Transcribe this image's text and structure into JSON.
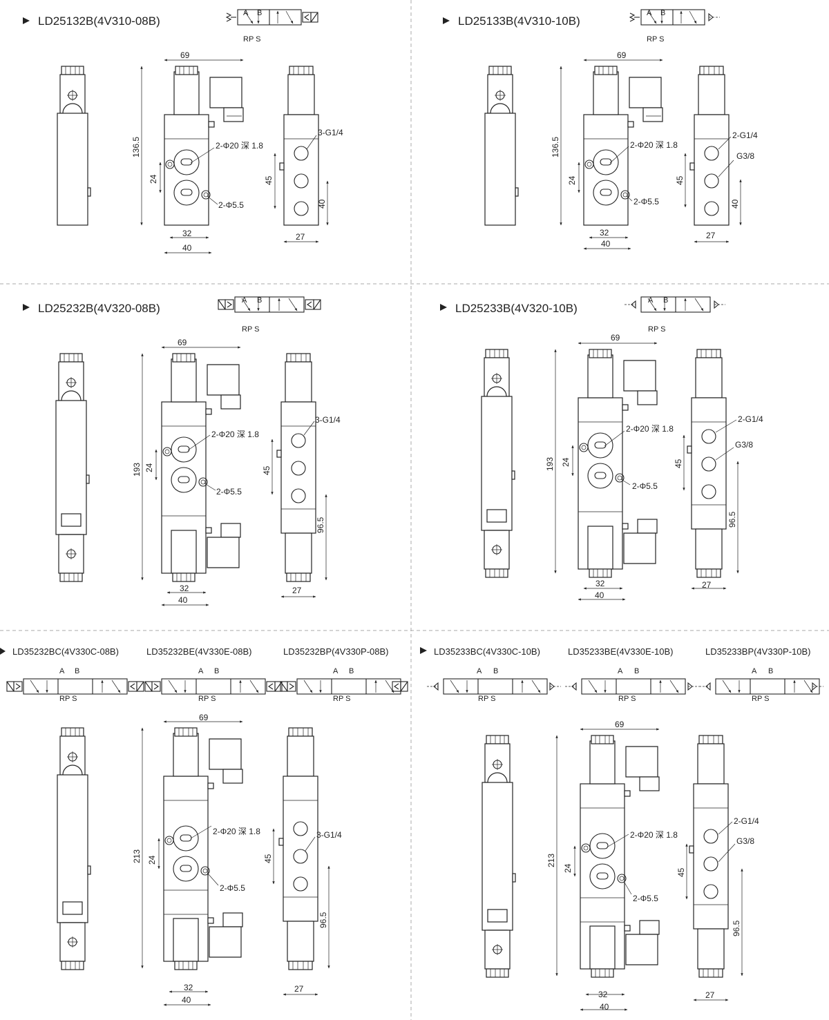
{
  "panels": {
    "p1": {
      "model": "LD25132B(4V310-08B)",
      "port_a": "A",
      "port_b": "B",
      "ports_rps": "RP S",
      "dim_width": "69",
      "dim_height": "136.5",
      "dim_pitch": "24",
      "dim_32": "32",
      "dim_40": "40",
      "note_port": "2-Φ20 深 1.8",
      "note_hole": "2-Φ5.5",
      "side_port": "3-G1/4",
      "dim_45": "45",
      "dim_40b": "40",
      "dim_27": "27"
    },
    "p2": {
      "model": "LD25133B(4V310-10B)",
      "port_a": "A",
      "port_b": "B",
      "ports_rps": "RP S",
      "dim_width": "69",
      "dim_height": "136.5",
      "dim_pitch": "24",
      "dim_32": "32",
      "dim_40": "40",
      "note_port": "2-Φ20 深 1.8",
      "note_hole": "2-Φ5.5",
      "side_port": "2-G1/4",
      "side_port2": "G3/8",
      "dim_45": "45",
      "dim_40b": "40",
      "dim_27": "27"
    },
    "p3": {
      "model": "LD25232B(4V320-08B)",
      "port_a": "A",
      "port_b": "B",
      "ports_rps": "RP S",
      "dim_width": "69",
      "dim_height": "193",
      "dim_pitch": "24",
      "dim_32": "32",
      "dim_40": "40",
      "note_port": "2-Φ20 深 1.8",
      "note_hole": "2-Φ5.5",
      "side_port": "3-G1/4",
      "dim_45": "45",
      "dim_965": "96.5",
      "dim_27": "27"
    },
    "p4": {
      "model": "LD25233B(4V320-10B)",
      "port_a": "A",
      "port_b": "B",
      "ports_rps": "RP S",
      "dim_width": "69",
      "dim_height": "193",
      "dim_pitch": "24",
      "dim_32": "32",
      "dim_40": "40",
      "note_port": "2-Φ20 深 1.8",
      "note_hole": "2-Φ5.5",
      "side_port": "2-G1/4",
      "side_port2": "G3/8",
      "dim_45": "45",
      "dim_965": "96.5",
      "dim_27": "27"
    },
    "p5": {
      "models": [
        "LD35232BC(4V330C-08B)",
        "LD35232BE(4V330E-08B)",
        "LD35232BP(4V330P-08B)"
      ],
      "port_a": "A",
      "port_b": "B",
      "ports_rps": "RP S",
      "dim_width": "69",
      "dim_height": "213",
      "dim_pitch": "24",
      "dim_32": "32",
      "dim_40": "40",
      "note_port": "2-Φ20 深 1.8",
      "note_hole": "2-Φ5.5",
      "side_port": "3-G1/4",
      "dim_45": "45",
      "dim_965": "96.5",
      "dim_27": "27"
    },
    "p6": {
      "models": [
        "LD35233BC(4V330C-10B)",
        "LD35233BE(4V330E-10B)",
        "LD35233BP(4V330P-10B)"
      ],
      "port_a": "A",
      "port_b": "B",
      "ports_rps": "RP S",
      "dim_width": "69",
      "dim_height": "213",
      "dim_pitch": "24",
      "dim_32": "32",
      "dim_40": "40",
      "note_port": "2-Φ20 深 1.8",
      "note_hole": "2-Φ5.5",
      "side_port": "2-G1/4",
      "side_port2": "G3/8",
      "dim_45": "45",
      "dim_965": "96.5",
      "dim_27": "27"
    }
  }
}
